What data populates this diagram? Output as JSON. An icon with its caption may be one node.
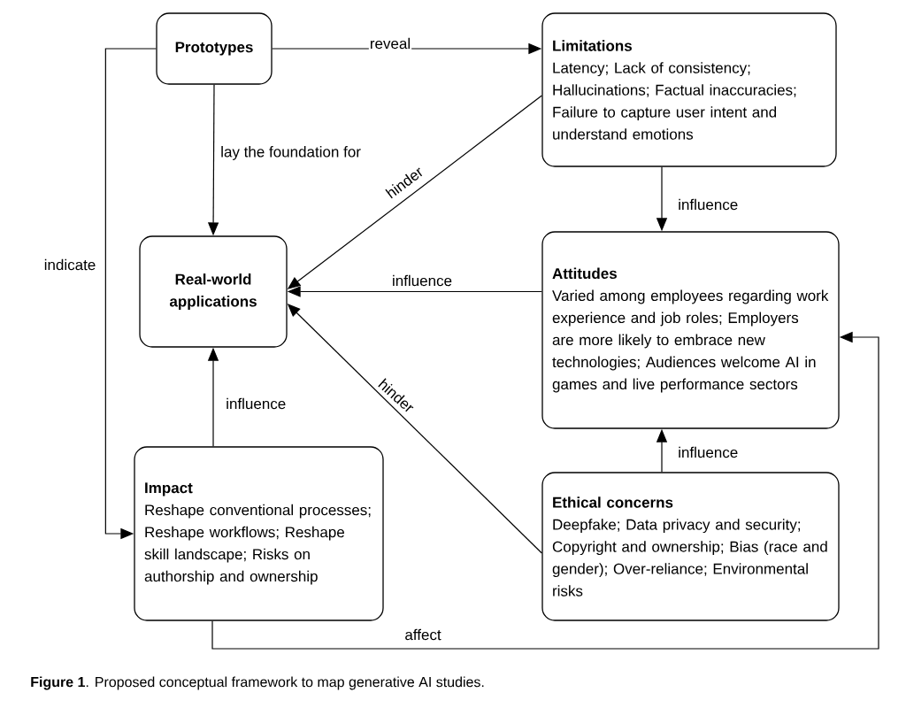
{
  "diagram": {
    "caption": "**Figure 1**. Proposed conceptual framework to map generative AI studies.",
    "nodes": [
      {
        "text": [
          "Prototypes"
        ]
      },
      {
        "text": [
          "Limitations",
          "Latency; Lack of consistency; Hallucinations; Factual inaccuracies; Failure to capture user intent and understand emotions"
        ]
      },
      {
        "text": [
          "Real-world applications"
        ]
      },
      {
        "text": [
          "Attitudes",
          "Varied among employees regarding work experience and job roles; Employers are more likely to embrace new technologies; Audiences welcome AI in games and live performance sectors"
        ]
      },
      {
        "text": [
          "Impact",
          "Reshape conventional processes; Reshape workflows; Reshape skill landscape; Risks on authorship and ownership"
        ]
      },
      {
        "text": [
          "Ethical concerns",
          "Deepfake; Data privacy and security; Copyright and ownership; Bias (race and gender); Over-reliance; Environmental risks"
        ]
      }
    ],
    "edges": [
      {
        "from": 0,
        "to": 1,
        "arrow": "to",
        "label": "reveal"
      },
      {
        "from": 0,
        "to": 2,
        "arrow": "to",
        "label": "lay the foundation for"
      },
      {
        "from": 1,
        "to": 2,
        "arrow": "to",
        "label": "hinder"
      },
      {
        "from": 1,
        "to": 3,
        "arrow": "to",
        "label": "influence"
      },
      {
        "from": 3,
        "to": 2,
        "arrow": "to",
        "label": "influence"
      },
      {
        "from": 5,
        "to": 2,
        "arrow": "to",
        "label": "hinder"
      },
      {
        "from": 4,
        "to": 2,
        "arrow": "to",
        "label": "influence"
      },
      {
        "from": 0,
        "to": 4,
        "arrow": "to",
        "label": "indicate"
      },
      {
        "from": 4,
        "to": 3,
        "arrow": "to",
        "label": "affect"
      },
      {
        "from": 5,
        "to": 3,
        "arrow": "to",
        "label": "influence"
      }
    ]
  }
}
